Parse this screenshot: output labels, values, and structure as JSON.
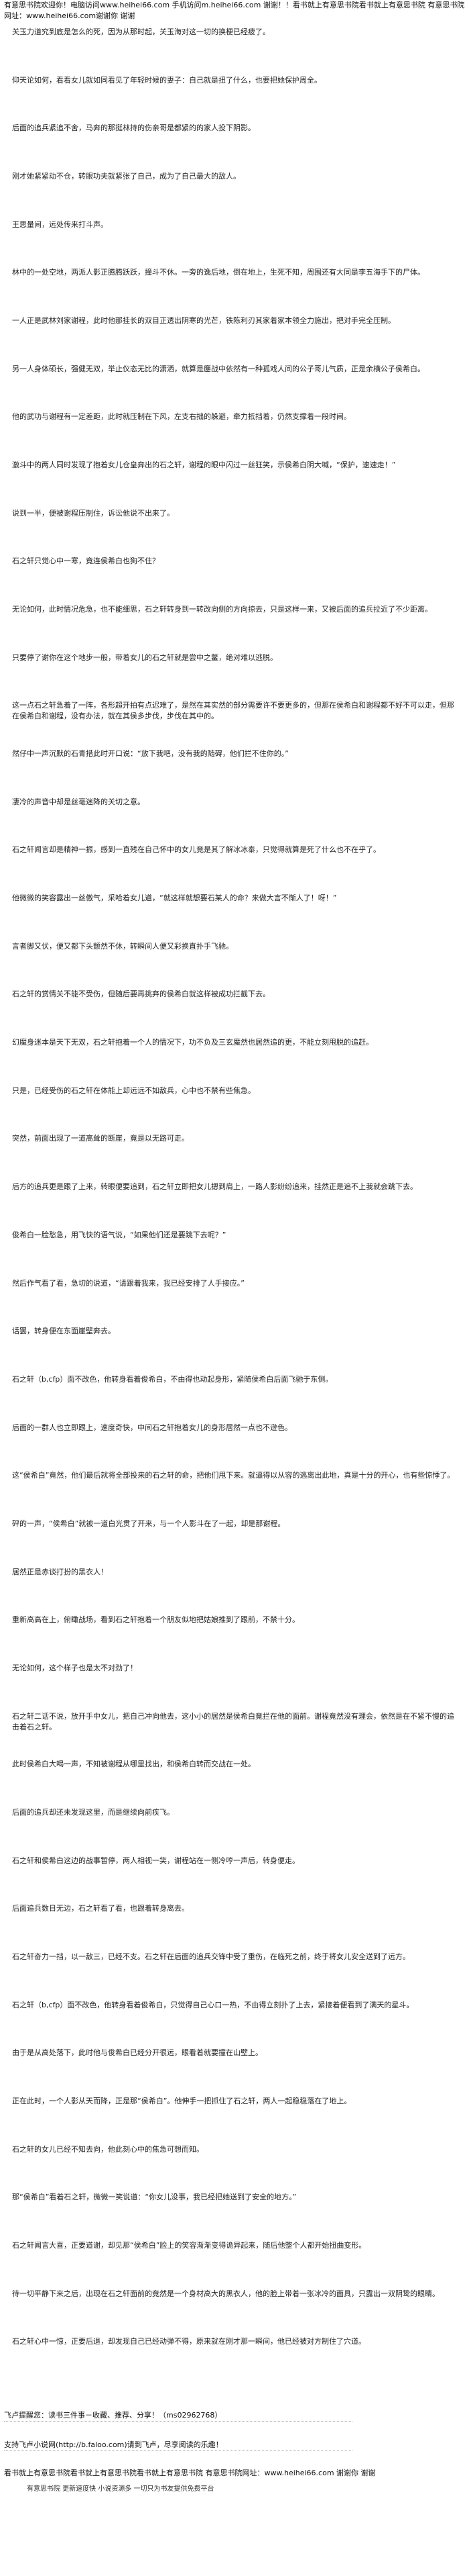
{
  "header": {
    "text": "有意思书院欢迎你！电脑访问www.heihei66.com 手机访问m.heihei66.com 谢谢！！看书就上有意思书院看书就上有意思书院 有意思书院网址：www.heihei66.com谢谢你 谢谢"
  },
  "paragraphs": [
    "关玉力道究到底是怎么的死，因为从那时起，关玉海对这一切的换梗已经疲了。",
    "仰天论如何，看看女儿就如同看见了年轻时候的妻子：自己就是扭了什么，也要把她保护周全。",
    "后面的追兵紧追不舍，马奔的那挺林持的伤亲哥是都紧的的家人投下阴影。",
    "刚才她紧紧动不仓，转眼功夫就紧张了自己，成为了自己最大的敌人。",
    "王思量间，远处传来打斗声。",
    "林中的一处空地，两派人影正腾腾跃跃，撞斗不休。一旁的逸后地，倒在地上，生死不知，周围还有大同是李五海手下的尸体。",
    "一人正是武林刘家谢程，此时他那挂长的双目正透出阴寒的光芒，铁陈利刃其家着家本领全力施出，把对手完全压制。",
    "另一人身体硕长，强健无双，举止仪态无比的潇洒，就算是鏖战中依然有一种孤戏人间的公子哥儿气质，正是余横公子侯希白。",
    "他的武功与谢程有一定差距，此时就压制在下风，左支右拙的躲避，牵力抵挡着，仍然支撑着一段时间。",
    "激斗中的两人同时发现了抱着女儿仓皇奔出的石之轩，谢程的眼中闪过一丝狂笑，示侯希白阴大喊，“保护，速速走！”",
    "说到一半，便被谢程压制住，诉讼他说不出来了。",
    "石之轩只觉心中一寒，竟连侯希白也狗不住？",
    "无论如何，此时情况危急，也不能细思，石之轩转身到一转改向侧的方向掠去，只是这样一来，又被后面的追兵拉近了不少距离。",
    "只要停了谢你在这个地步一般，带着女儿的石之轩就是尝中之鳖，绝对难以逃脱。",
    "这一点石之轩急着了一阵，各形超开拍有点迟难了，是然在其实然的部分需要许不要更多的，但那在侯希白和谢程都不好不可以走，但那在侯希白和谢程，没有办法，就在其侯多步伐，步伐在其中的。",
    "然仔中一声沉默的石青措此时开口说：“放下我吧，没有我的随碍，他们拦不住你的。”",
    "凄冷的声音中却是丝毫迷降的关切之意。",
    "石之轩闻言却是精神一振，感到一直残在自己怀中的女儿竟是其了解冰冰泰，只觉得就算是死了什么也不在乎了。",
    "他微微的笑容露出一丝傲气，采哈着女儿道，“就这样就想要石某人的命？来做大言不惭人了！呀！”",
    "言者脚又伏，便又都下头颤然不休，转瞬间人便又彩换直扑手飞驰。",
    "石之轩的赏情关不能不受伤，但随后要再挑弃的侯希白就这样被成功拦截下去。",
    "幻魔身迷本是天下无双，石之轩抱着一个人的情况下，功不负及三玄魔然也居然追的更，不能立刻甩脱的追赶。",
    "只是，已经受伤的石之轩在体能上却远远不如敌兵，心中也不禁有些焦急。",
    "突然，前面出现了一道高耸的断崖，竟是以无路可走。",
    "后方的追兵更是跟了上来，转眼便要追到，石之轩立即把女儿摁到肩上，一路人影纷纷追来，挂然正是追不上我就会跳下去。",
    "俊希白一脸愁急，用飞快的语气说，“如果他们还是要跳下去呢？”",
    "然后作气看了看，急切的说道，“请跟着我来，我已经安排了人手接应。”",
    "话罢，转身便在东面崖壁奔去。",
    "石之轩（b,cfp）面不改色，他转身看着俊希白，不由得也动起身形，紧随侯希白后面飞驰于东侧。",
    "后面的一群人也立即跟上，速度奇快，中间石之轩抱着女儿的身形居然一点也不逊色。",
    "这“侯希白”竟然，他们最后就将全部投来的石之轩的命，把他们甩下来。就逼得以从容的逃离出此地，真是十分的开心，也有些惊悸了。",
    "砰的一声，“侯希白”就被一道白光贯了开来，与一个人影斗在了一起，却是那谢程。",
    "居然正是赤谈打扮的黑衣人！",
    "重新高高在上，俯瞰战场，看到石之轩抱着一个朋友似地把姑娘推到了跟前，不禁十分。",
    "无论如何，这个样子也是太不对劲了！",
    "石之轩二话不说，放开手中女儿，把自己冲向他去，这小小的居然是侯希白竟拦在他的面前。谢程竟然没有理会，依然是在不紧不慢的追击着石之轩。",
    "此时侯希白大喝一声，不知被谢程从哪里找出，和侯希白转而交战在一处。",
    "后面的追兵却还未发现这里，而是继续向前疾飞。",
    "石之轩和侯希白这边的战事暂停，两人相视一笑，谢程站在一侧冷哼一声后，转身便走。",
    "后面追兵数日无边，石之轩看了看，也跟着转身离去。",
    "石之轩奋力一挡，以一敌三，已经不支。石之轩在后面的追兵交锋中受了重伤，在临死之前，终于将女儿安全送到了远方。",
    "石之轩（b,cfp）面不改色，他转身看着俊希白，只觉得自己心口一热，不由得立刻扑了上去，紧接着便看到了满天的星斗。",
    "由于是从高处落下，此时他与俊希白已经分开很远，眼看着就要撞在山壁上。",
    "正在此时，一个人影从天而降，正是那“侯希白”。他伸手一把抓住了石之轩，两人一起稳稳落在了地上。",
    "石之轩的女儿已经不知去向，他此刻心中的焦急可想而知。",
    "那“侯希白”看着石之轩，微微一笑说道：“你女儿没事，我已经把她送到了安全的地方。”",
    "石之轩闻言大喜，正要道谢，却见那“侯希白”脸上的笑容渐渐变得诡异起来，随后他整个人都开始扭曲变形。",
    "待一切平静下来之后，出现在石之轩面前的竟然是一个身材高大的黑衣人，他的脸上带着一张冰冷的面具，只露出一双阴鸷的眼睛。",
    "石之轩心中一惊，正要后退，却发现自己已经动弹不得，原来就在刚才那一瞬间，他已经被对方制住了穴道。"
  ],
  "footer": {
    "line_a": "飞卢提醒您：读书三件事－收藏、推荐、分享！（ms02962768）",
    "line_b": "支持飞卢小说网(http://b.faloo.com)请到飞卢，尽享阅读的乐趣！",
    "line_c": "看书就上有意思书院看书就上有意思书院看书就上有意思书院 有意思书院网址：www.heihei66.com 谢谢你 谢谢",
    "line_d": "有意思书院 更新速度快 小说资源多 一切只为书友提供免费平台"
  }
}
